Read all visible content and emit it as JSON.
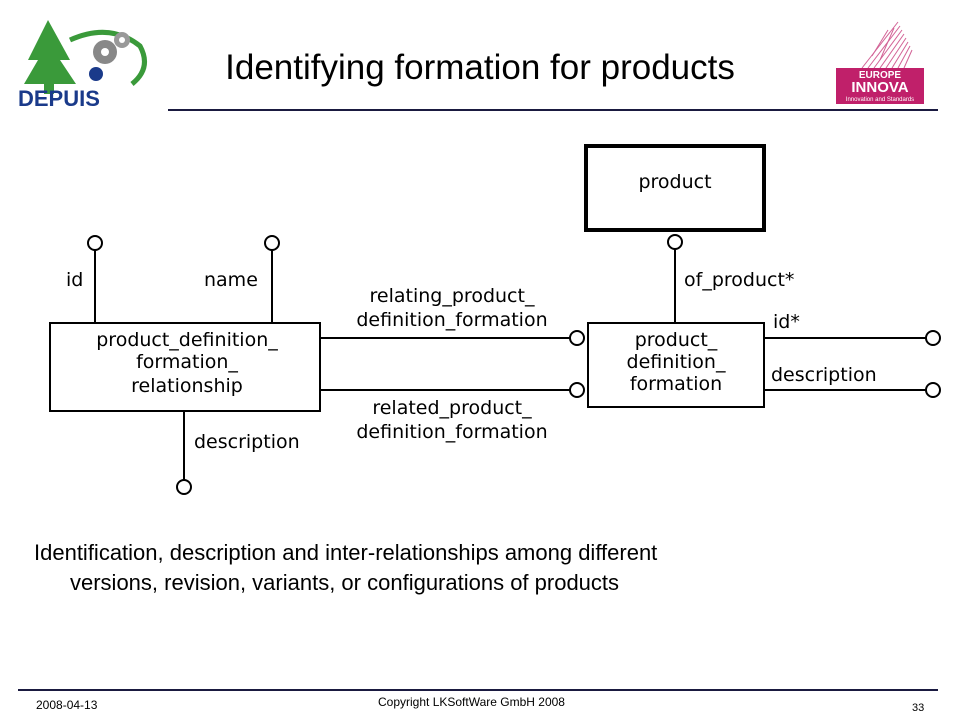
{
  "title": "Identifying formation for products",
  "logos": {
    "left_text": "DEPUIS",
    "right_line1": "EUROPE",
    "right_line2": "INNOVA",
    "right_line3": "Innovation and Standards"
  },
  "diagram": {
    "entities": {
      "product": "product",
      "pdf_line1": "product_",
      "pdf_line2": "definition_",
      "pdf_line3": "formation",
      "pdfr_line1": "product_definition_",
      "pdfr_line2": "formation_",
      "pdfr_line3": "relationship"
    },
    "attributes": {
      "left_id": "id",
      "left_name": "name",
      "left_description": "description",
      "relating_line1": "relating_product_",
      "relating_line2": "definition_formation",
      "related_line1": "related_product_",
      "related_line2": "definition_formation",
      "of_product": "of_product*",
      "right_id": "id*",
      "right_description": "description"
    }
  },
  "caption": {
    "line1": "Identification, description and inter-relationships among different",
    "line2": "versions, revision, variants, or configurations of products"
  },
  "footer": {
    "date": "2008-04-13",
    "copyright": "Copyright LKSoftWare GmbH 2008",
    "page": "33"
  },
  "colors": {
    "rule": "#1a1a40",
    "depuis_green": "#3a9a3a",
    "depuis_blue": "#1a3a8a",
    "innova_blue": "#1a3a8a",
    "innova_pink": "#c0206a"
  }
}
